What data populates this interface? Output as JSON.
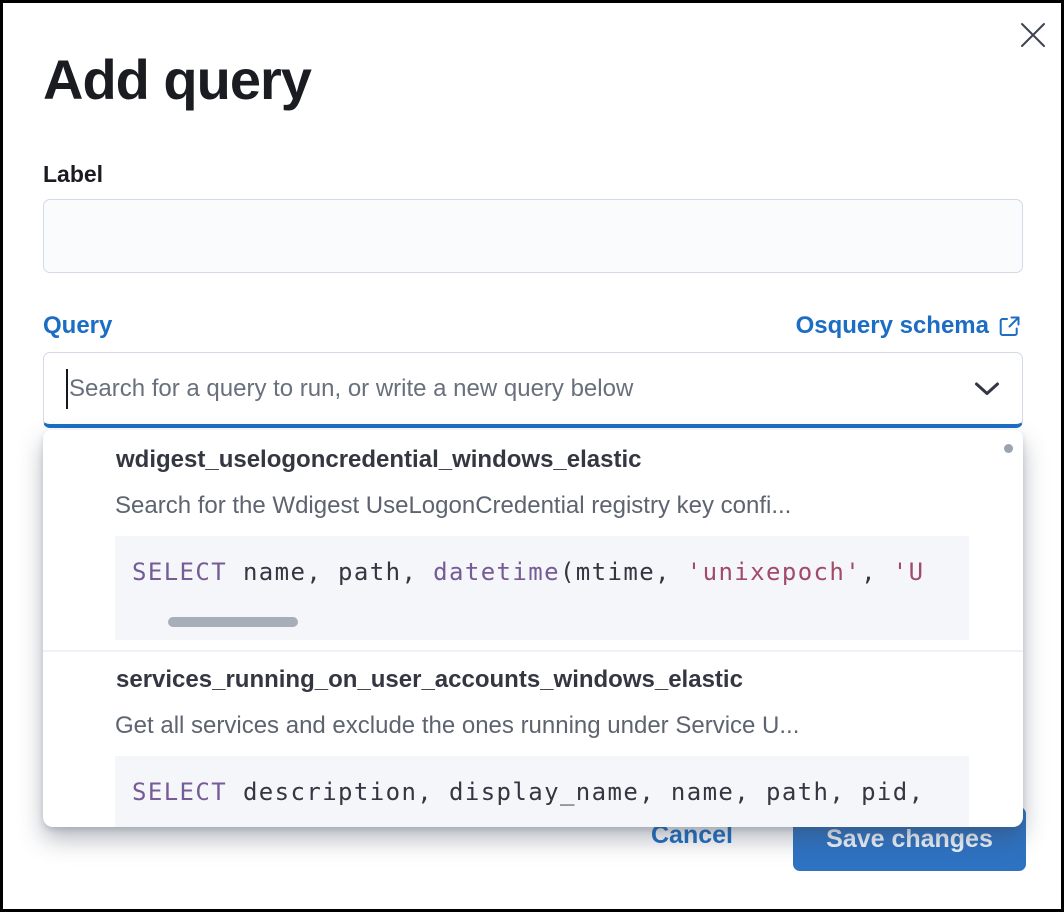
{
  "modal": {
    "title": "Add query"
  },
  "label_field": {
    "label": "Label",
    "value": ""
  },
  "query_field": {
    "label": "Query",
    "schema_link_label": "Osquery schema",
    "placeholder": "Search for a query to run, or write a new query below"
  },
  "dropdown": {
    "options": [
      {
        "id": "wdigest_uselogoncredential_windows_elastic",
        "description": "Search for the Wdigest UseLogonCredential registry key confi...",
        "code": [
          {
            "c": "kw",
            "t": "SELECT"
          },
          {
            "c": "pl",
            "t": " name, path, "
          },
          {
            "c": "kw",
            "t": "datetime"
          },
          {
            "c": "pl",
            "t": "(mtime, "
          },
          {
            "c": "str",
            "t": "'unixepoch'"
          },
          {
            "c": "pl",
            "t": ", "
          },
          {
            "c": "str",
            "t": "'U"
          }
        ]
      },
      {
        "id": "services_running_on_user_accounts_windows_elastic",
        "description": "Get all services and exclude the ones running under Service U...",
        "code": [
          {
            "c": "kw",
            "t": "SELECT"
          },
          {
            "c": "pl",
            "t": " description, display_name, name, path, pid,"
          }
        ]
      }
    ]
  },
  "footer": {
    "cancel_label": "Cancel",
    "save_label": "Save changes"
  },
  "icons": {
    "close": "close-icon",
    "external_link": "external-link-icon",
    "chevron_down": "chevron-down-icon"
  },
  "colors": {
    "primary_text": "#1c6dc4",
    "button_fill": "#2e72c2",
    "title_text": "#1a1c21",
    "body_text": "#343741",
    "muted_text": "#5d6470",
    "placeholder_text": "#69707d",
    "border": "#d3dae6",
    "code_background": "#f4f6fa",
    "code_keyword": "#765b96",
    "code_string": "#a34a66",
    "scrollbar_thumb": "#a7aeb9"
  }
}
